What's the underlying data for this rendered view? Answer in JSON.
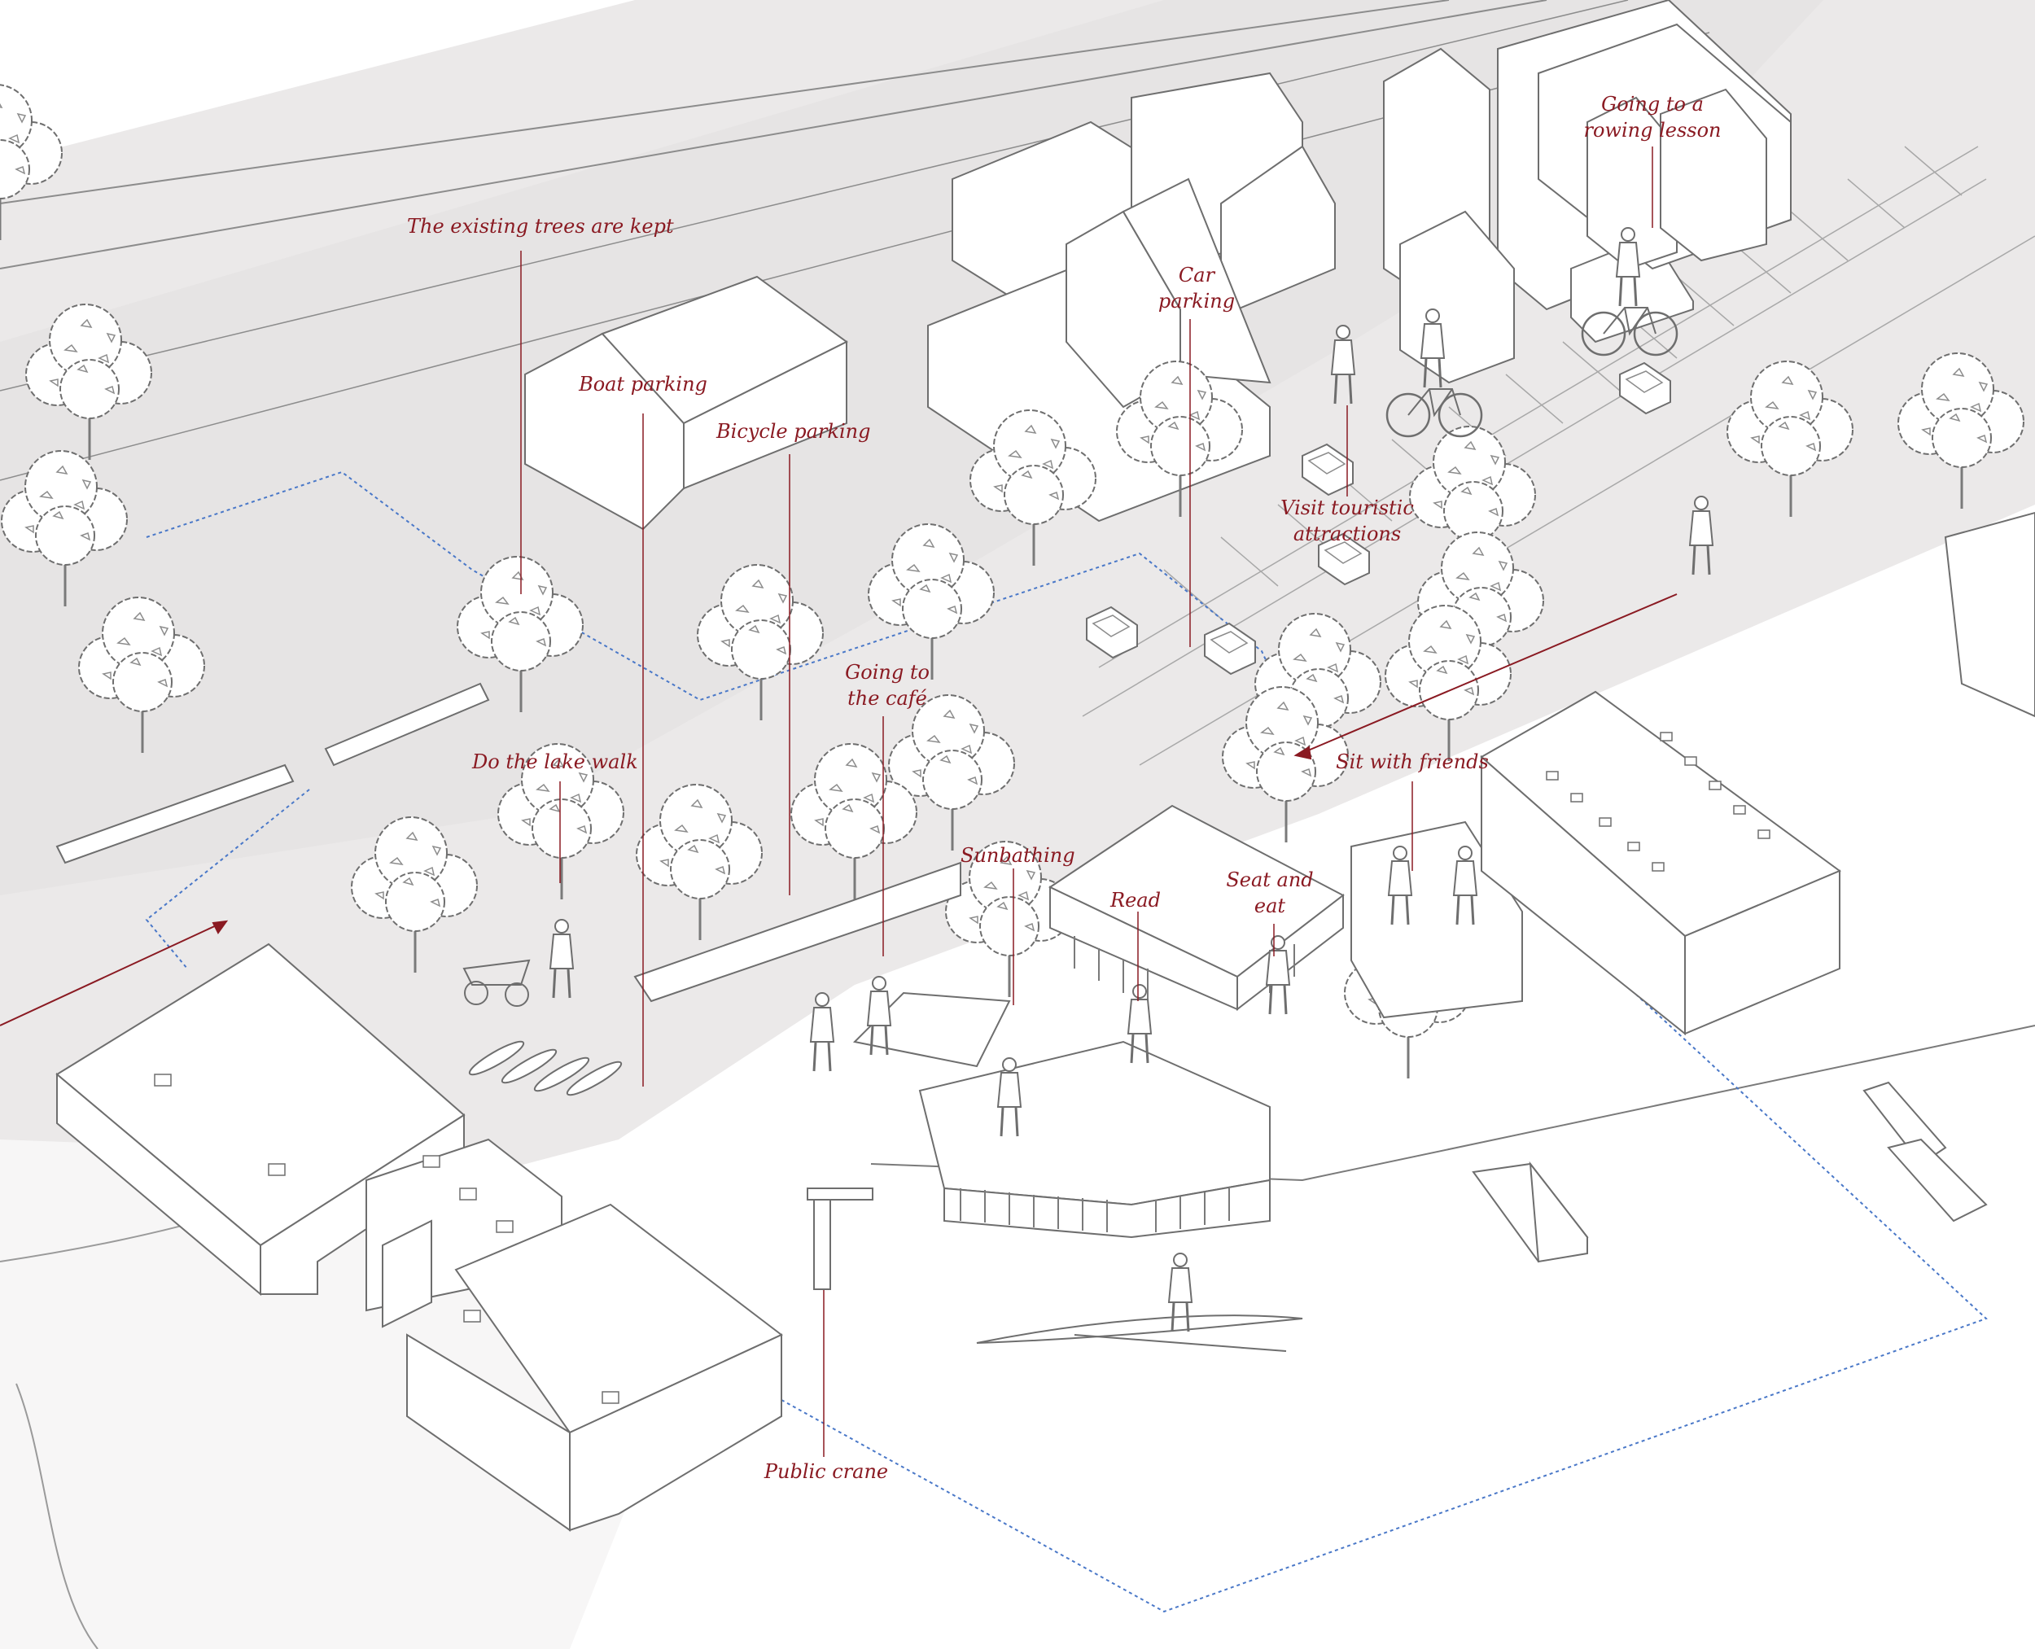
{
  "annotations": {
    "existing_trees": "The existing trees are kept",
    "boat_parking": "Boat parking",
    "bicycle_parking": "Bicycle parking",
    "car_parking": [
      "Car",
      "parking"
    ],
    "rowing_lesson": [
      "Going to a",
      "rowing lesson"
    ],
    "touristic": [
      "Visit touristic",
      "attractions"
    ],
    "cafe": [
      "Going to",
      "the café"
    ],
    "lake_walk": "Do the lake walk",
    "sit_friends": "Sit with friends",
    "sunbathing": "Sunbathing",
    "read": "Read",
    "seat_eat": [
      "Seat and",
      "eat"
    ],
    "public_crane": "Public crane"
  },
  "colors": {
    "annotation": "#8a1a22",
    "line": "#6e6e6e",
    "ground": "#ebe9e9",
    "boundary": "#4a78c8"
  },
  "icons": [
    "tree-icon",
    "building-icon",
    "person-icon",
    "bicycle-icon",
    "rowing-boat-icon",
    "kayak-icon",
    "crane-icon",
    "car-icon"
  ]
}
